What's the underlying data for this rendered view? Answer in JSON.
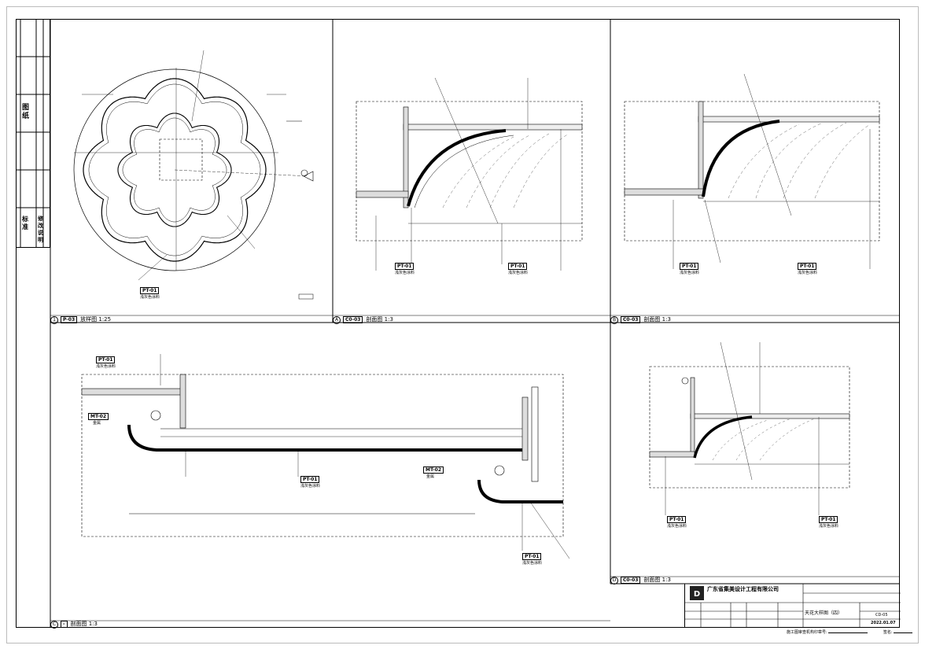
{
  "panels": {
    "p1": {
      "num": "1",
      "code": "P-03",
      "title": "放样图 1:25"
    },
    "pA": {
      "num": "A",
      "code": "C0-03",
      "title": "剖面图 1:3"
    },
    "pB": {
      "num": "B",
      "code": "C0-03",
      "title": "剖面图 1:3"
    },
    "pC": {
      "num": "C",
      "code": "-",
      "title": "剖面图 1:3"
    },
    "pD": {
      "num": "D",
      "code": "C0-03",
      "title": "剖面图 1:3"
    }
  },
  "tags": {
    "pt01": "PT-01",
    "pt01_note": "浅灰色涂料",
    "mt02": "MT-02",
    "mt02_note": "金属"
  },
  "left_strip": {
    "r1": "图 纸",
    "r2": "标 准",
    "r3": "修 改 说 明"
  },
  "title_block": {
    "company": "广东省集美设计工程有限公司",
    "drawing_name": "天花大样图（四）",
    "drawing_no": "CD-05",
    "date": "2022.01.07",
    "sign_line": "施工图审查机构印章号:",
    "sign_label": "签名:"
  },
  "colors": {
    "line": "#000000",
    "fill": "#ffffff"
  }
}
